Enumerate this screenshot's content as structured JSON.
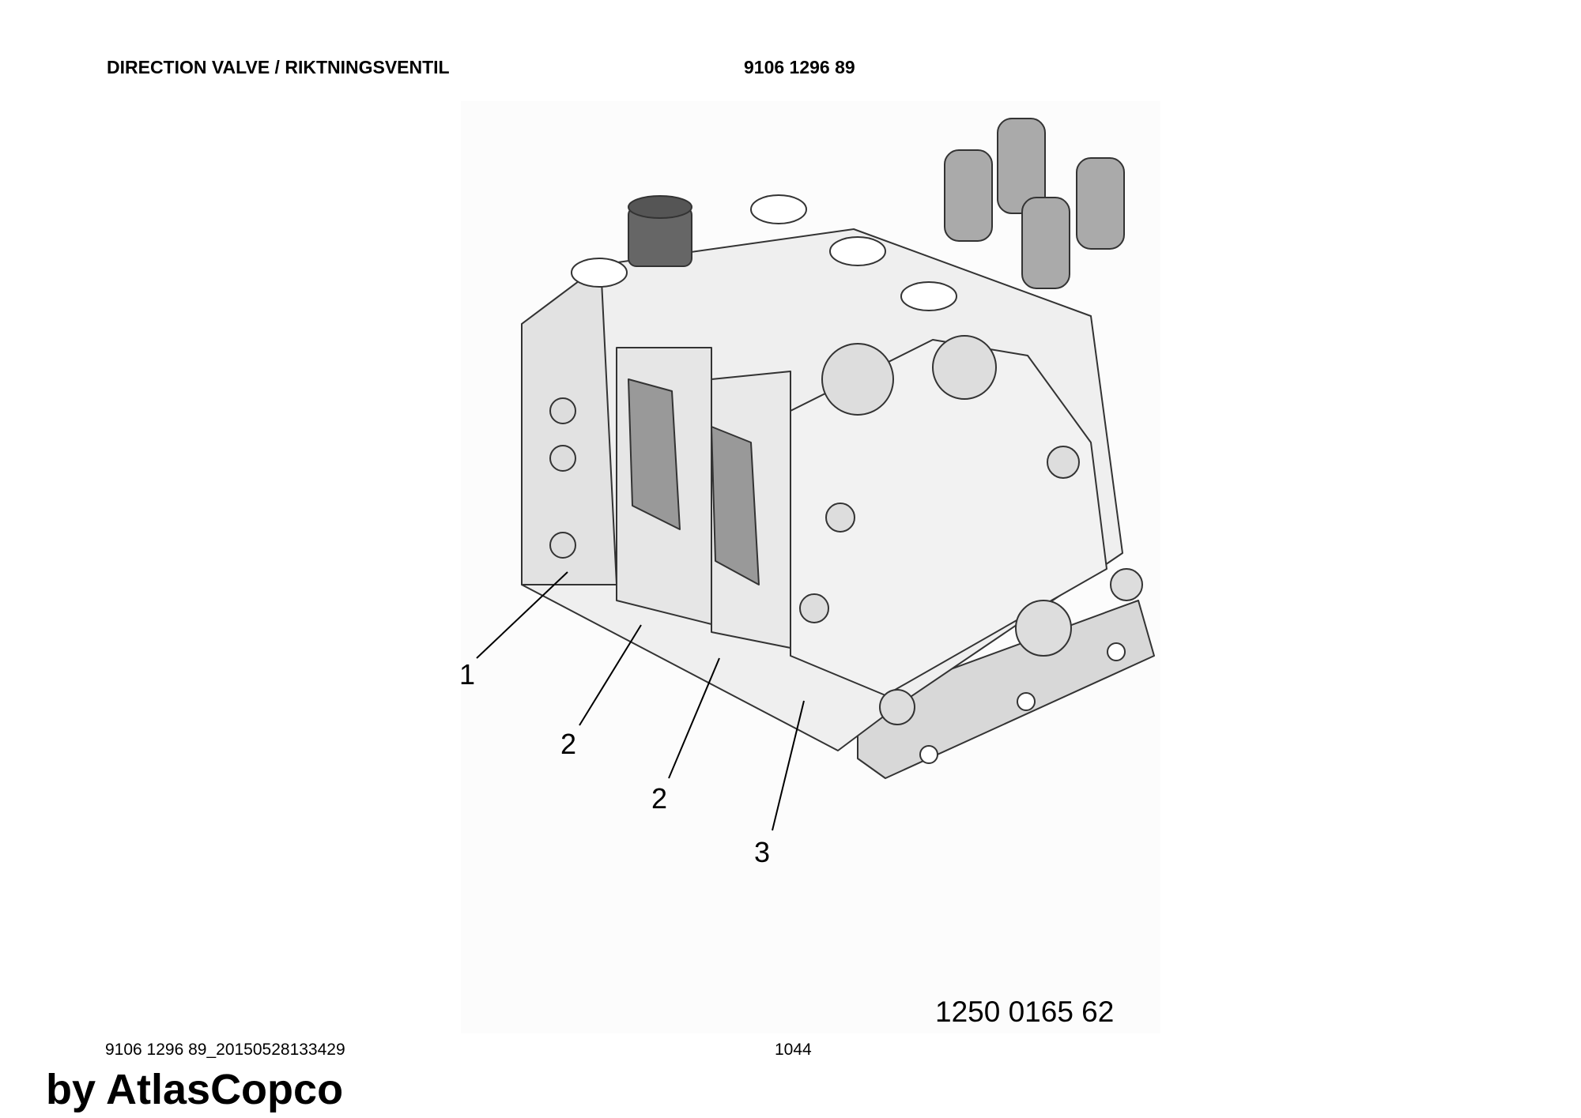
{
  "header": {
    "title": "DIRECTION VALVE / RIKTNINGSVENTIL",
    "part_number": "9106 1296 89"
  },
  "drawing": {
    "callouts": [
      "1",
      "2",
      "2",
      "3"
    ],
    "drawing_number": "1250 0165 62"
  },
  "footer": {
    "doc_id": "9106 1296 89_20150528133429",
    "page": "1044",
    "watermark": "by AtlasCopco"
  }
}
